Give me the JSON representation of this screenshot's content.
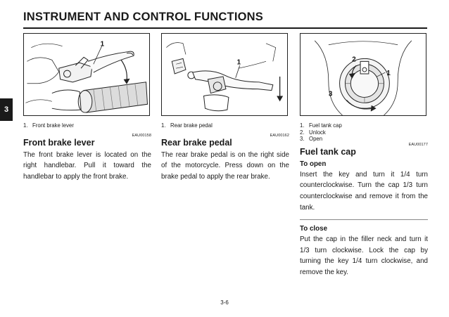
{
  "header": {
    "title": "INSTRUMENT AND CONTROL FUNCTIONS"
  },
  "chapter_tab": "3",
  "figures": {
    "front_brake": {
      "callout_1": "1"
    },
    "rear_brake": {
      "callout_1": "1"
    },
    "fuel_cap": {
      "callout_1": "1",
      "callout_2": "2",
      "callout_3": "3"
    }
  },
  "col1": {
    "captions": [
      {
        "num": "1.",
        "text": "Front brake lever"
      }
    ],
    "code": "EAU00158",
    "title": "Front brake lever",
    "body": "The front brake lever is located on the right handlebar. Pull it toward the handlebar to apply the front brake."
  },
  "col2": {
    "captions": [
      {
        "num": "1.",
        "text": "Rear brake pedal"
      }
    ],
    "code": "EAU00162",
    "title": "Rear brake pedal",
    "body": "The rear brake pedal is on the right side of the motorcycle. Press down on the brake pedal to apply the rear brake."
  },
  "col3": {
    "captions": [
      {
        "num": "1.",
        "text": "Fuel tank cap"
      },
      {
        "num": "2.",
        "text": "Unlock"
      },
      {
        "num": "3.",
        "text": "Open"
      }
    ],
    "code": "EAU00177",
    "title": "Fuel tank cap",
    "open_title": "To open",
    "open_body": "Insert the key and turn it 1/4 turn counterclockwise. Turn the cap 1/3 turn counterclockwise and remove it from the tank.",
    "close_title": "To close",
    "close_body": "Put the cap in the filler neck and turn it 1/3 turn clockwise. Lock the cap by turning the key 1/4 turn clockwise, and remove the key."
  },
  "footer": {
    "page_number": "3-6"
  }
}
